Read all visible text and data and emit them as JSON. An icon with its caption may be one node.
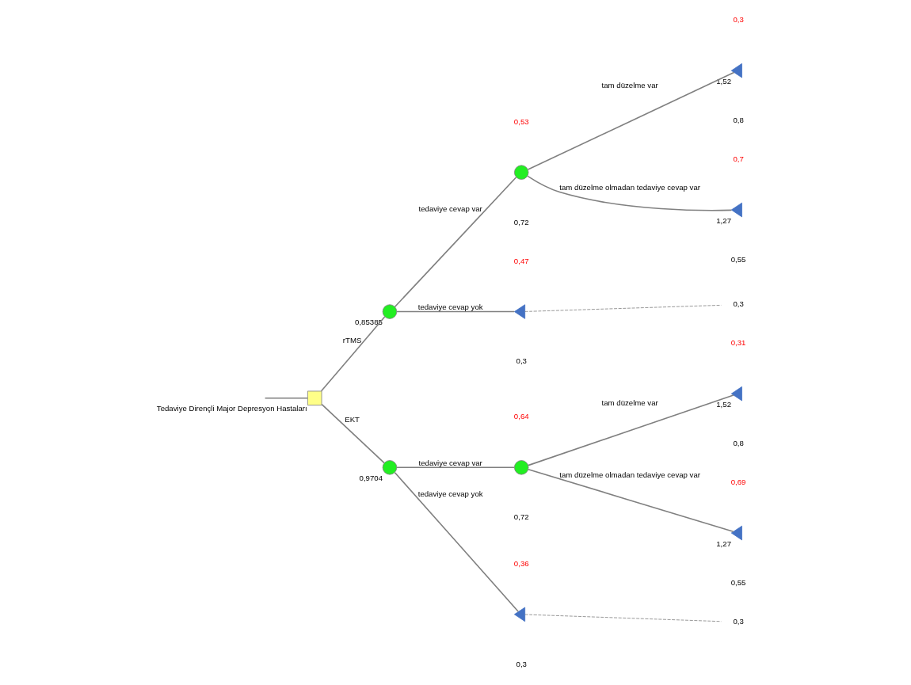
{
  "diagram": {
    "nodes": [
      {
        "text": [],
        "shape": "box",
        "beside": [
          "Tedaviye Dirençli Major Depresyon Hastaları"
        ]
      },
      {
        "text": [],
        "shape": "circle",
        "beside": [
          "0,85385"
        ]
      },
      {
        "text": [],
        "shape": "circle"
      },
      {
        "text": [],
        "shape": "triangle",
        "beside": [
          "1,52"
        ]
      },
      {
        "text": [],
        "shape": "triangle",
        "beside": [
          "1,27"
        ]
      },
      {
        "text": [],
        "shape": "triangle"
      },
      {
        "text": [
          "0,3"
        ]
      },
      {
        "text": [],
        "shape": "circle",
        "beside": [
          "0,9704"
        ]
      },
      {
        "text": [],
        "shape": "circle"
      },
      {
        "text": [],
        "shape": "triangle",
        "beside": [
          "1,52"
        ]
      },
      {
        "text": [],
        "shape": "triangle",
        "beside": [
          "1,27"
        ]
      },
      {
        "text": [],
        "shape": "triangle"
      },
      {
        "text": [
          "0,3"
        ]
      }
    ],
    "edges": [
      {
        "from": null,
        "to": 0,
        "arrow": "none"
      },
      {
        "from": 0,
        "to": 1,
        "arrow": "none",
        "label": "rTMS"
      },
      {
        "from": 1,
        "to": 2,
        "arrow": "none",
        "label": "tedaviye cevap var"
      },
      {
        "from": 2,
        "to": 3,
        "arrow": "none",
        "label": "tam düzelme var"
      },
      {
        "from": 2,
        "to": 4,
        "arrow": "none",
        "label": "tam düzelme olmadan tedaviye cevap var"
      },
      {
        "from": 1,
        "to": 5,
        "arrow": "none",
        "label": "tedaviye cevap yok"
      },
      {
        "from": 5,
        "to": 6,
        "arrow": "none",
        "style": "dashed"
      },
      {
        "from": 0,
        "to": 7,
        "arrow": "none",
        "label": "EKT"
      },
      {
        "from": 7,
        "to": 8,
        "arrow": "none",
        "label": "tedaviye cevap var"
      },
      {
        "from": 8,
        "to": 9,
        "arrow": "none",
        "label": "tam düzelme var"
      },
      {
        "from": 8,
        "to": 10,
        "arrow": "none",
        "label": "tam düzelme olmadan tedaviye cevap var"
      },
      {
        "from": 7,
        "to": 11,
        "arrow": "none",
        "label": "tedaviye cevap yok"
      },
      {
        "from": 11,
        "to": 12,
        "arrow": "none",
        "style": "dashed"
      }
    ],
    "labels": [
      "0,53",
      "0,72",
      "0,3",
      "0,8",
      "0,7",
      "0,55",
      "0,47",
      "0,3",
      "0,64",
      "0,72",
      "0,31",
      "0,8",
      "0,69",
      "0,55",
      "0,36",
      "0,3"
    ]
  }
}
